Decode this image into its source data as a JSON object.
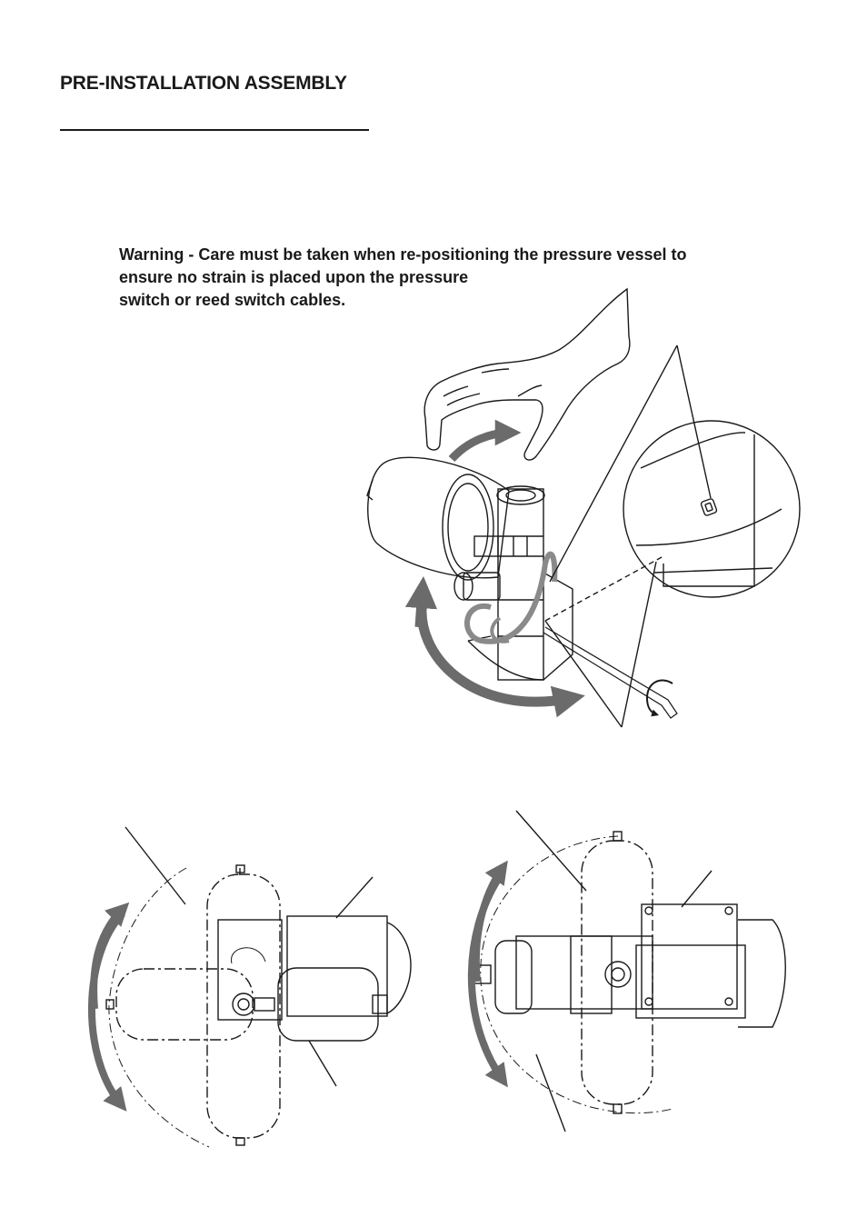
{
  "page": {
    "title": "PRE-INSTALLATION ASSEMBLY",
    "warning_lines": [
      "Warning - Care must be taken when re-positioning the pressure vessel to",
      "ensure no strain is placed upon the pressure",
      "switch or reed switch cables."
    ]
  },
  "figures": {
    "top": "hand-rotating-pressure-vessel-with-allen-key-and-detail-circle",
    "bottom_left": "pump-side-view-vessel-rotation-range",
    "bottom_right": "pump-top-view-vessel-rotation-range"
  },
  "colors": {
    "ink": "#1a1a1a",
    "arrow": "#6b6b6b",
    "cable": "#8a8a8a"
  }
}
